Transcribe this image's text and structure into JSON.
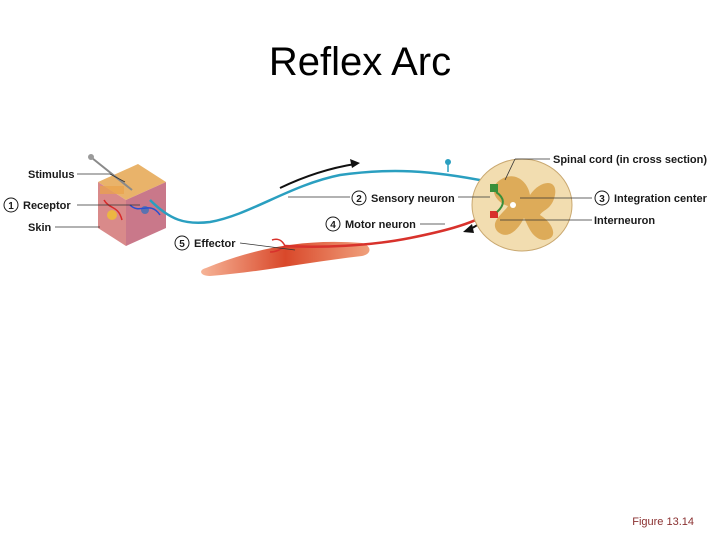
{
  "slide": {
    "title": "Reflex Arc",
    "caption": "Figure 13.14"
  },
  "labels": {
    "stimulus": "Stimulus",
    "receptor": {
      "num": "1",
      "text": "Receptor"
    },
    "skin": "Skin",
    "effector": {
      "num": "5",
      "text": "Effector"
    },
    "sensory_neuron": {
      "num": "2",
      "text": "Sensory neuron"
    },
    "motor_neuron": {
      "num": "4",
      "text": "Motor neuron"
    },
    "spinal_cord": "Spinal cord (in cross section)",
    "integration_center": {
      "num": "3",
      "text": "Integration center"
    },
    "interneuron": "Interneuron"
  },
  "colors": {
    "sensory": "#2a9fc0",
    "motor": "#d8322c",
    "muscle": "#d9532e",
    "cord_outer": "#f2ddb0",
    "cord_gray": "#d9a24a",
    "interneuron": "#3a8f3a"
  }
}
